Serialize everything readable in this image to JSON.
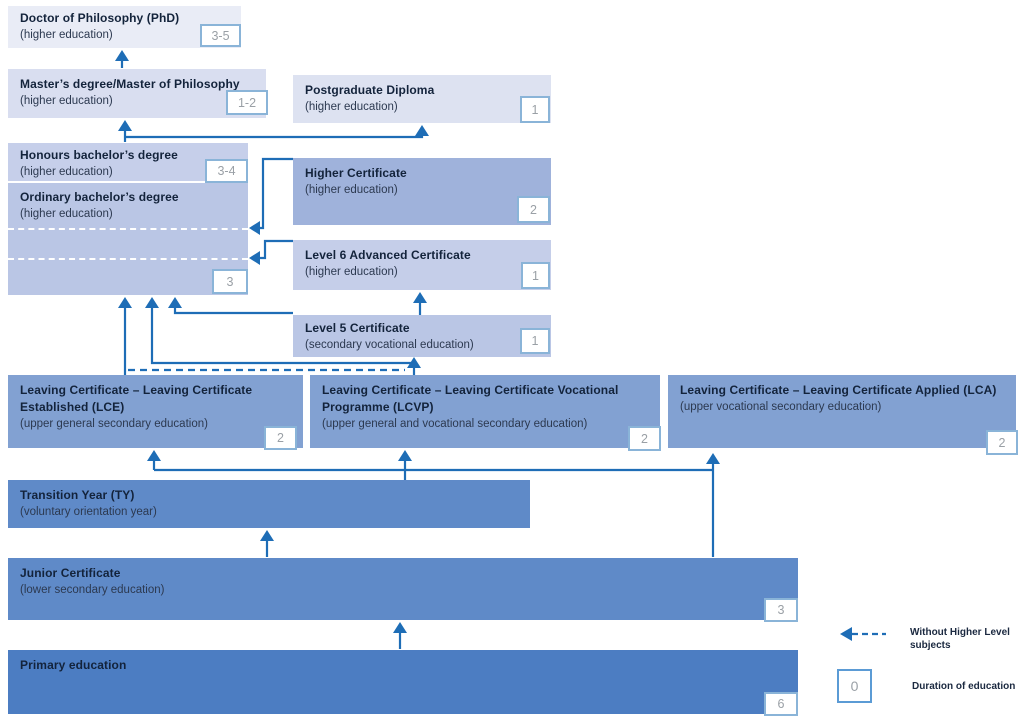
{
  "palette": {
    "line_blue": "#1e6db6",
    "badge_border": "#8ab4d8",
    "badge_text": "#9aa0a6",
    "title_text": "#13233b",
    "subtitle_text": "#2c3950",
    "box_phd": "#e9ecf6",
    "box_masters": "#d9def0",
    "box_postgrad_diploma": "#dde2f1",
    "box_honours": "#c6cfea",
    "box_ordinary_level5": "#bac6e5",
    "box_higher_certificate": "#9fb2db",
    "box_level6": "#c5cee9",
    "box_leaving_certificates": "#82a1d2",
    "box_secondary": "#5f8ac8",
    "box_primary": "#4c7dc2"
  },
  "boxes": {
    "phd": {
      "title": "Doctor of Philosophy (PhD)",
      "subtitle": "(higher education)",
      "duration": "3-5"
    },
    "masters": {
      "title": "Master’s degree/Master of Philosophy",
      "subtitle": "(higher education)",
      "duration": "1-2"
    },
    "postgrad_diploma": {
      "title": "Postgraduate Diploma",
      "subtitle": "(higher education)",
      "duration": "1"
    },
    "honours_bachelor": {
      "title": "Honours bachelor’s degree",
      "subtitle": "(higher education)",
      "duration": "3-4"
    },
    "ordinary_bachelor": {
      "title": "Ordinary bachelor’s degree",
      "subtitle": "(higher education)",
      "duration": "3"
    },
    "higher_certificate": {
      "title": "Higher Certificate",
      "subtitle": "(higher education)",
      "duration": "2"
    },
    "level6_advanced_certificate": {
      "title": "Level 6 Advanced Certificate",
      "subtitle": "(higher education)",
      "duration": "1"
    },
    "level5_certificate": {
      "title": "Level 5 Certificate",
      "subtitle": "(secondary vocational education)",
      "duration": "1"
    },
    "lce": {
      "title": "Leaving Certificate – Leaving Certificate Established (LCE)",
      "subtitle": "(upper general secondary education)",
      "duration": "2"
    },
    "lcvp": {
      "title": "Leaving Certificate – Leaving Certificate Vocational Programme (LCVP)",
      "subtitle": "(upper general and vocational secondary education)",
      "duration": "2"
    },
    "lca": {
      "title": "Leaving Certificate – Leaving Certificate Applied (LCA)",
      "subtitle": "(upper vocational secondary education)",
      "duration": "2"
    },
    "transition_year": {
      "title": "Transition Year (TY)",
      "subtitle": "(voluntary orientation year)"
    },
    "junior_certificate": {
      "title": "Junior Certificate",
      "subtitle": "(lower secondary education)",
      "duration": "3"
    },
    "primary": {
      "title": "Primary education",
      "duration": "6"
    }
  },
  "legend": {
    "dashed_arrow_label": "Without Higher Level subjects",
    "duration_symbol": "0",
    "duration_label": "Duration of education"
  }
}
